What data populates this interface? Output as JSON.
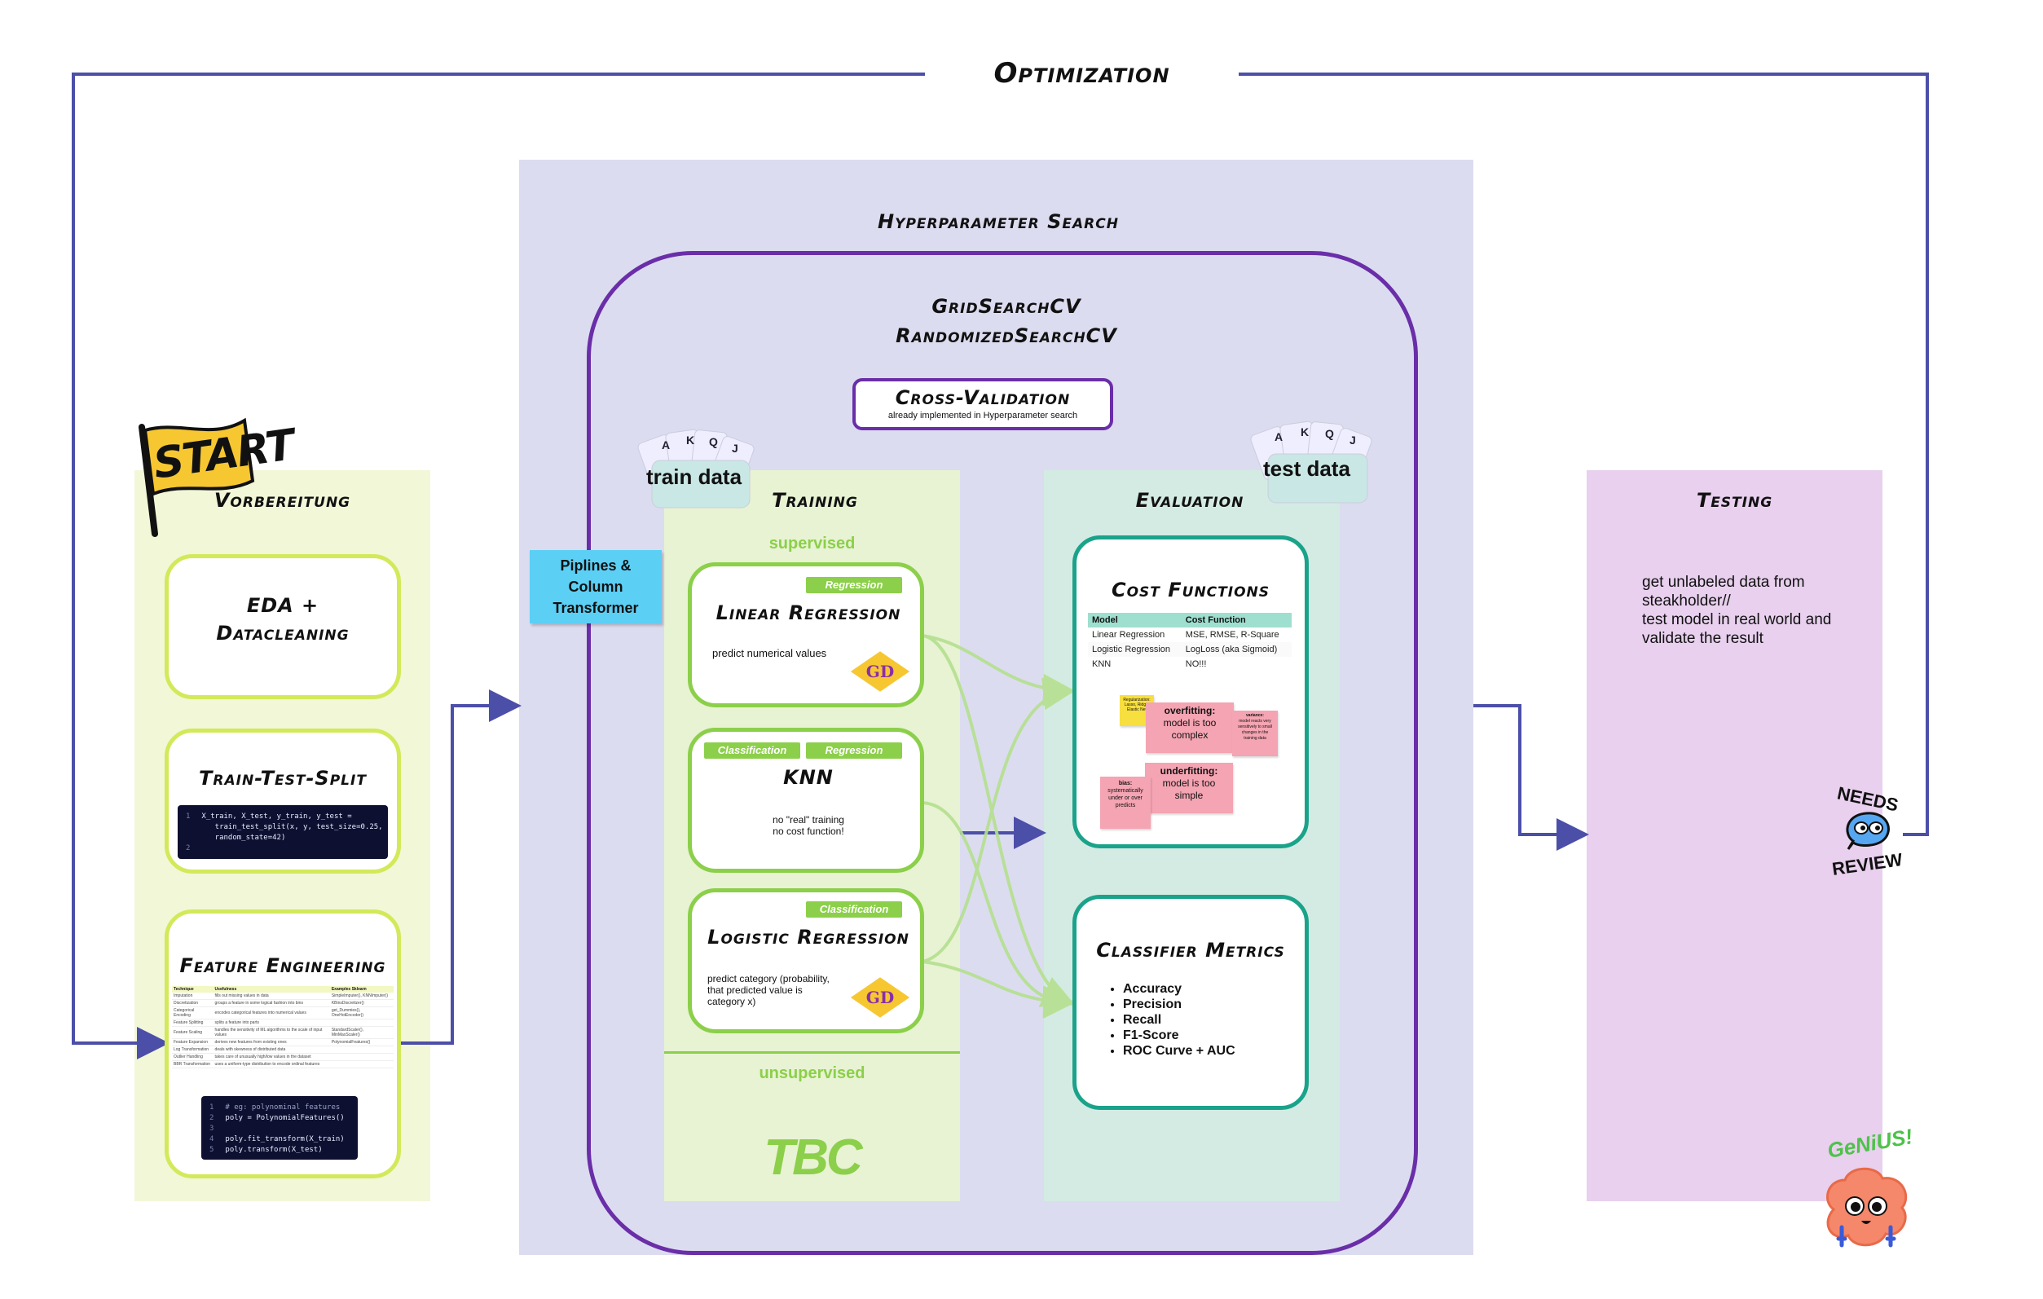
{
  "optimization": {
    "title": "Optimization"
  },
  "hyperparameter": {
    "title": "Hyperparameter Search"
  },
  "gridsearch": {
    "line1": "GridSearchCV",
    "line2": "RandomizedSearchCV"
  },
  "crossval": {
    "title": "Cross-Validation",
    "subtitle": "already implemented in Hyperparameter search"
  },
  "start_flag": {
    "label": "START"
  },
  "vorbereitung": {
    "title": "Vorbereitung",
    "eda": {
      "line1": "EDA +",
      "line2": "Datacleaning"
    },
    "tts": {
      "title": "Train-Test-Split",
      "code": [
        {
          "n": "1",
          "text": "X_train, X_test, y_train, y_test ="
        },
        {
          "n": "",
          "text": "    train_test_split(x, y, test_size=0.25,"
        },
        {
          "n": "",
          "text": "    random_state=42)"
        },
        {
          "n": "2",
          "text": ""
        }
      ]
    },
    "fe": {
      "title": "Feature Engineering",
      "table_headers": [
        "Technique",
        "Usefulness",
        "Examples Sklearn"
      ],
      "table_rows": [
        [
          "Imputation",
          "fills out missing values in data",
          "SimpleImputer(), KNNImputer()"
        ],
        [
          "Discretization",
          "groups a feature in some logical fashion into bins",
          "KBinsDiscretizer()"
        ],
        [
          "Categorical Encoding",
          "encodes categorical features into numerical values",
          "get_Dummies(), OneHotEncoder()"
        ],
        [
          "Feature Splitting",
          "splits a feature into parts",
          ""
        ],
        [
          "Feature Scaling",
          "handles the sensitivity of ML algorithms to the scale of input values",
          "StandardScaler(), MinMaxScaler()"
        ],
        [
          "Feature Expansion",
          "derives new features from existing ones",
          "PolynomialFeatures()"
        ],
        [
          "Log Transformation",
          "deals with skewness of distributed data",
          ""
        ],
        [
          "Outlier Handling",
          "takes care of unusually high/low values in the dataset",
          ""
        ],
        [
          "BBR Transformation",
          "uses a uniform-type distribution to encode ordinal features",
          ""
        ]
      ],
      "code": [
        {
          "n": "1",
          "text": "# eg: polynominal features"
        },
        {
          "n": "2",
          "text": "poly = PolynomialFeatures()"
        },
        {
          "n": "3",
          "text": ""
        },
        {
          "n": "4",
          "text": "poly.fit_transform(X_train)"
        },
        {
          "n": "5",
          "text": "poly.transform(X_test)"
        }
      ]
    }
  },
  "pipelines": {
    "label": "Piplines & Column Transformer"
  },
  "train_cards": {
    "label": "train data"
  },
  "test_cards": {
    "label": "test data"
  },
  "training": {
    "title": "Training",
    "supervised": "supervised",
    "unsupervised": "unsupervised",
    "tbc": "TBC",
    "linreg": {
      "tag": "Regression",
      "title": "Linear Regression",
      "text": "predict numerical values",
      "badge": "GD"
    },
    "knn": {
      "tag1": "Classification",
      "tag2": "Regression",
      "title": "KNN",
      "text1": "no \"real\" training",
      "text2": "no cost function!"
    },
    "logreg": {
      "tag": "Classification",
      "title": "Logistic Regression",
      "text": "predict category (probability, that predicted value is category x)",
      "badge": "GD"
    }
  },
  "evaluation": {
    "title": "Evaluation",
    "cost": {
      "title": "Cost Functions",
      "headers": [
        "Model",
        "Cost Function"
      ],
      "rows": [
        [
          "Linear Regression",
          "MSE, RMSE, R-Square"
        ],
        [
          "Logistic Regression",
          "LogLoss (aka Sigmoid)"
        ],
        [
          "KNN",
          "NO!!!"
        ]
      ],
      "sticky_reg": "Regularization: Lasso, Ridge, Elastic Net",
      "sticky_over_title": "overfitting:",
      "sticky_over_text": "model is too complex",
      "sticky_var_title": "variance:",
      "sticky_var_text": "model reacts very sensitively to small changes in the training data",
      "sticky_under_title": "underfitting:",
      "sticky_under_text": "model is too simple",
      "sticky_bias_title": "bias:",
      "sticky_bias_text": "systematically under or over predicts"
    },
    "metrics": {
      "title": "Classifier Metrics",
      "items": [
        "Accuracy",
        "Precision",
        "Recall",
        "F1-Score",
        "ROC Curve + AUC"
      ]
    }
  },
  "testing": {
    "title": "Testing",
    "text": [
      "get unlabeled data from",
      "steakholder//",
      "test model in real world and",
      "validate the result"
    ]
  },
  "needs_review": {
    "line1": "NEEDS",
    "line2": "REVIEW"
  },
  "genius": {
    "label": "GeNiUS!"
  },
  "colors": {
    "arrow": "#4c4fa8",
    "vorbereitung_bg": "#f2f7d8",
    "hyper_bg": "#dcdcf0",
    "training_bg": "#e7f3d3",
    "evaluation_bg": "#d4ebe3",
    "testing_bg": "#e8d0ee",
    "purple_outline": "#6a2ea8",
    "green": "#8ccf4a",
    "teal": "#1aa38a"
  }
}
